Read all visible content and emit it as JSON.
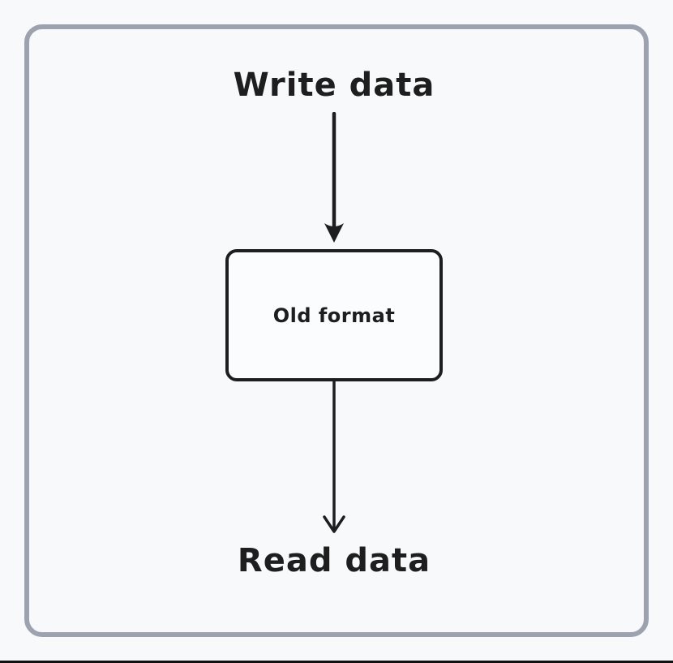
{
  "diagram": {
    "flow": {
      "source_label": "Write data",
      "node_label": "Old format",
      "sink_label": "Read data",
      "edges": [
        {
          "from": "Write data",
          "to": "Old format"
        },
        {
          "from": "Old format",
          "to": "Read data"
        }
      ]
    },
    "colors": {
      "stroke": "#1e1e1e",
      "canvas_bg": "#f8f9fa",
      "frame_border": "#9ca3af",
      "node_fill": "#fbfcfd",
      "bottom_bar": "#101010"
    }
  }
}
